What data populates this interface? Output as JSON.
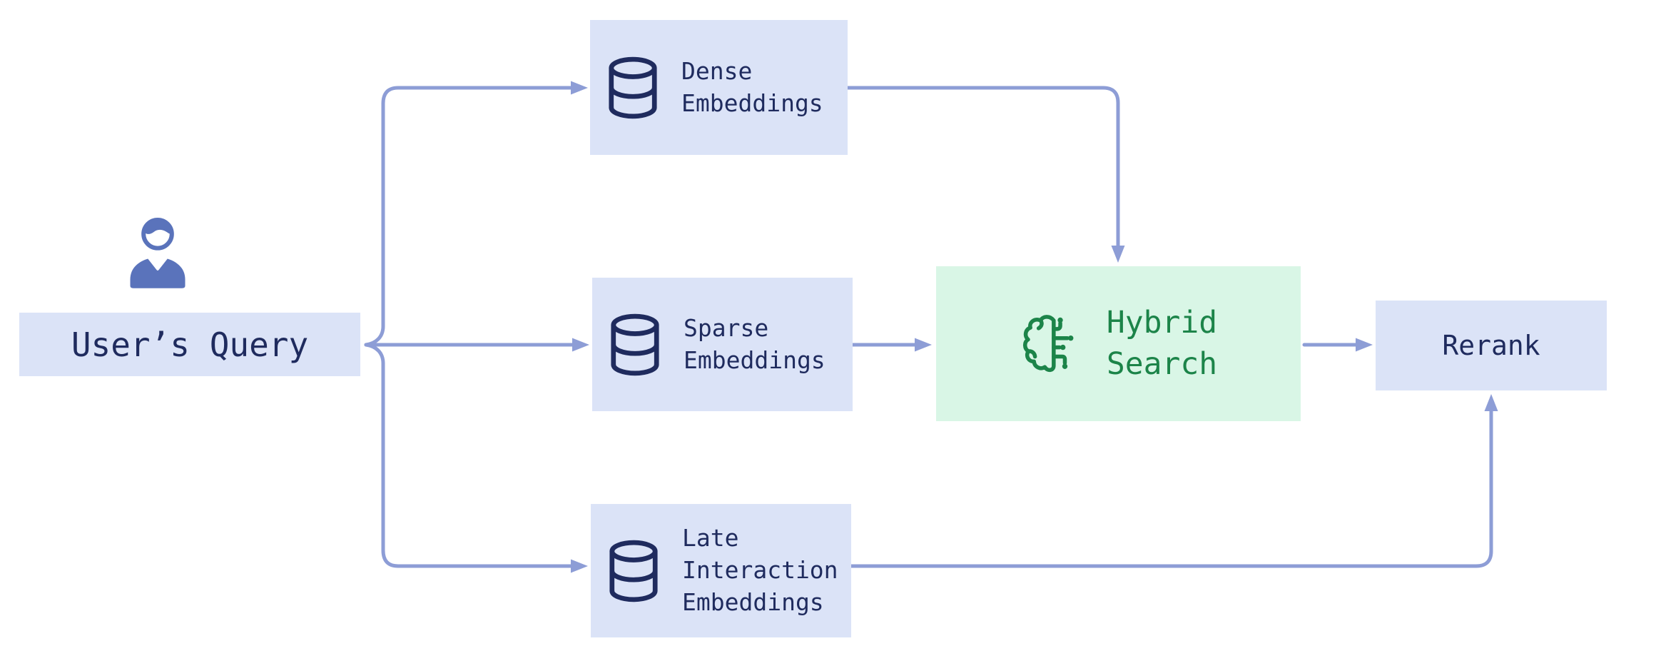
{
  "diagram": {
    "type": "flowchart",
    "description": "Hybrid retrieval pipeline: a user's query is embedded three ways, dense and sparse embeddings feed hybrid search, whose output plus late interaction embeddings feed reranking"
  },
  "colors": {
    "node_fill": "#dbe3f7",
    "node_text": "#1f2b5e",
    "line": "#8d9dd6",
    "person": "#5a73bb",
    "hybrid_fill": "#d9f6e6",
    "hybrid_text": "#1c8449",
    "canvas_bg": "#ffffff"
  },
  "nodes": {
    "user_query": {
      "label": "User’s Query"
    },
    "dense": {
      "label": "Dense\nEmbeddings",
      "icon": "database-icon"
    },
    "sparse": {
      "label": "Sparse\nEmbeddings",
      "icon": "database-icon"
    },
    "late": {
      "label": "Late\nInteraction\nEmbeddings",
      "icon": "database-icon"
    },
    "hybrid": {
      "label": "Hybrid\nSearch",
      "icon": "brain-circuit-icon"
    },
    "rerank": {
      "label": "Rerank"
    }
  },
  "edges": [
    {
      "from": "user_query",
      "to": "dense"
    },
    {
      "from": "user_query",
      "to": "sparse"
    },
    {
      "from": "user_query",
      "to": "late"
    },
    {
      "from": "dense",
      "to": "hybrid"
    },
    {
      "from": "sparse",
      "to": "hybrid"
    },
    {
      "from": "hybrid",
      "to": "rerank"
    },
    {
      "from": "late",
      "to": "rerank"
    }
  ]
}
